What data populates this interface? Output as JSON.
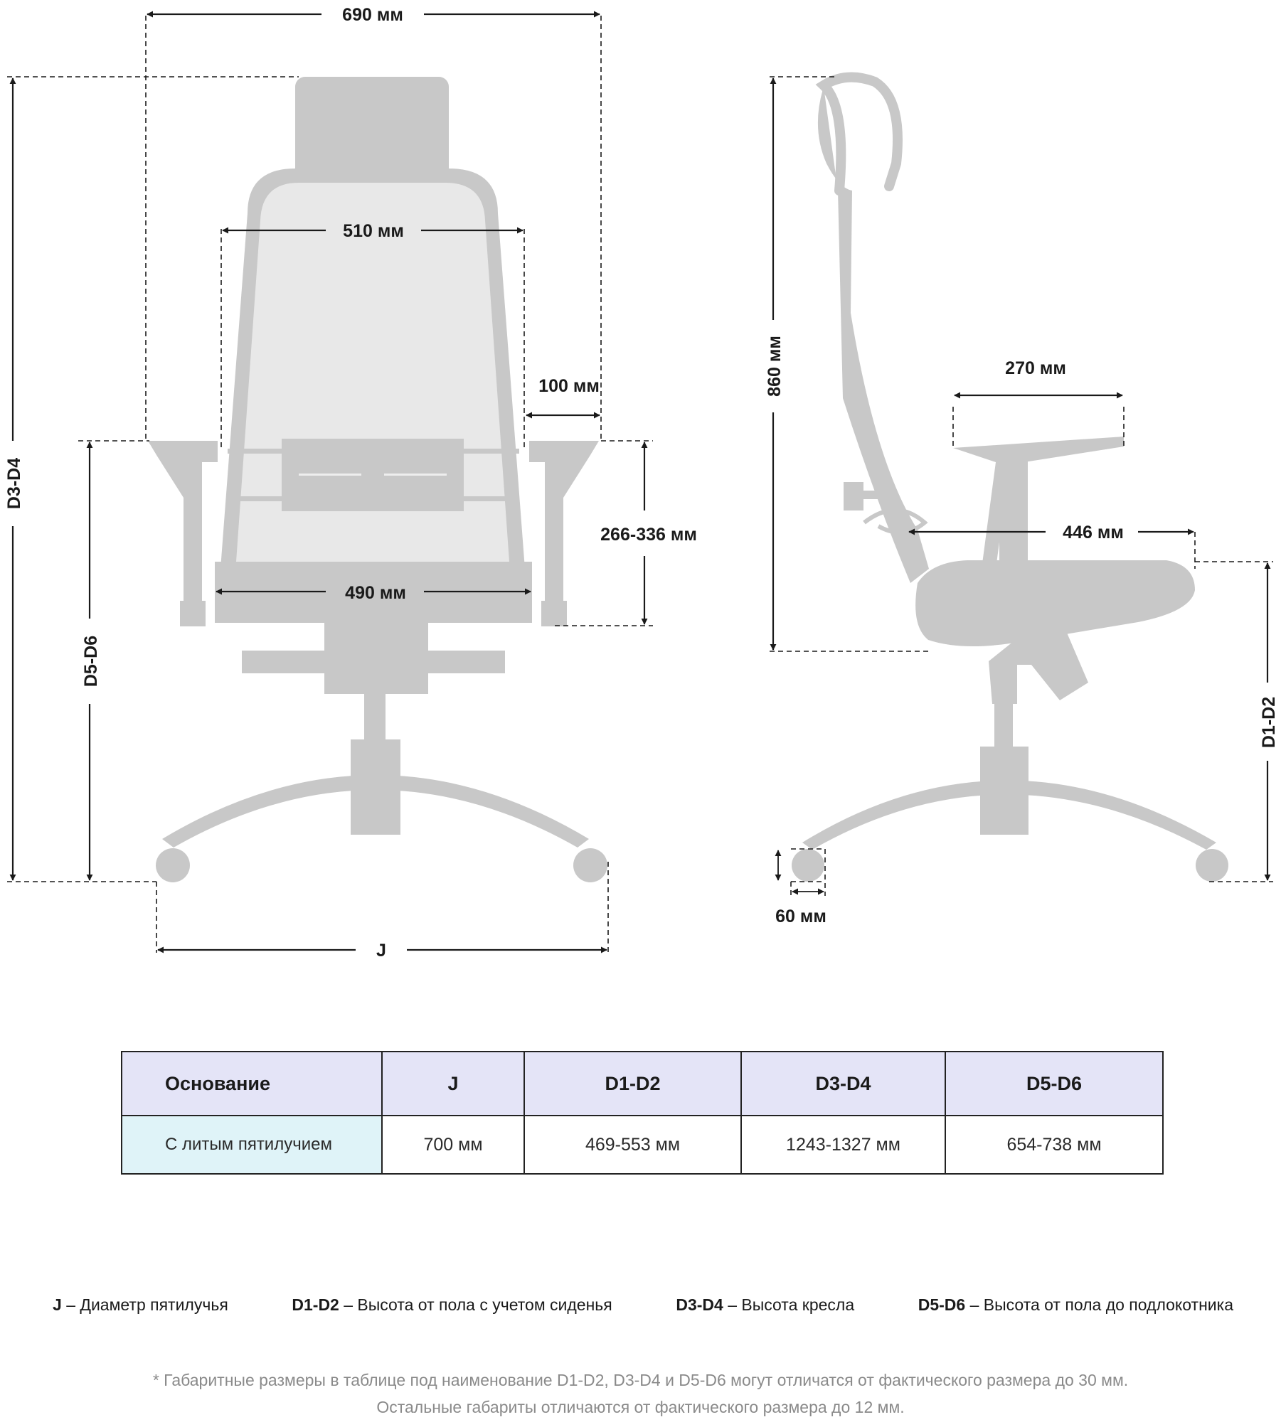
{
  "front_view": {
    "width_total": "690 мм",
    "backrest_width": "510 мм",
    "armrest_offset": "100 мм",
    "armrest_height": "266-336 мм",
    "seat_width": "490 мм",
    "height_label": "D3-D4",
    "armrest_floor_label": "D5-D6",
    "base_label": "J"
  },
  "side_view": {
    "back_height": "860 мм",
    "armrest_length": "270 мм",
    "seat_depth": "446 мм",
    "seat_height_label": "D1-D2",
    "wheel_size": "60 мм"
  },
  "table": {
    "headers": [
      "Основание",
      "J",
      "D1-D2",
      "D3-D4",
      "D5-D6"
    ],
    "rows": [
      [
        "С литым пятилучием",
        "700 мм",
        "469-553 мм",
        "1243-1327 мм",
        "654-738 мм"
      ]
    ]
  },
  "legend": [
    {
      "key": "J",
      "text": "– Диаметр пятилучья"
    },
    {
      "key": "D1-D2",
      "text": "– Высота от пола с учетом сиденья"
    },
    {
      "key": "D3-D4",
      "text": "– Высота кресла"
    },
    {
      "key": "D5-D6",
      "text": "– Высота от пола до подлокотника"
    }
  ],
  "notes": [
    "* Габаритные размеры в таблице под наименование D1-D2, D3-D4 и D5-D6 могут отличатся от фактического размера до 30 мм.",
    "Остальные габариты отличаются от фактического размера до 12 мм."
  ],
  "colors": {
    "chair_fill": "#c8c8c8",
    "mesh_fill": "#e8e8e8",
    "dimension_line": "#1a1a1a",
    "table_header_bg": "#e4e4f7",
    "table_first_cell_bg": "#dff3f8",
    "note_text": "#8a8a8a"
  }
}
